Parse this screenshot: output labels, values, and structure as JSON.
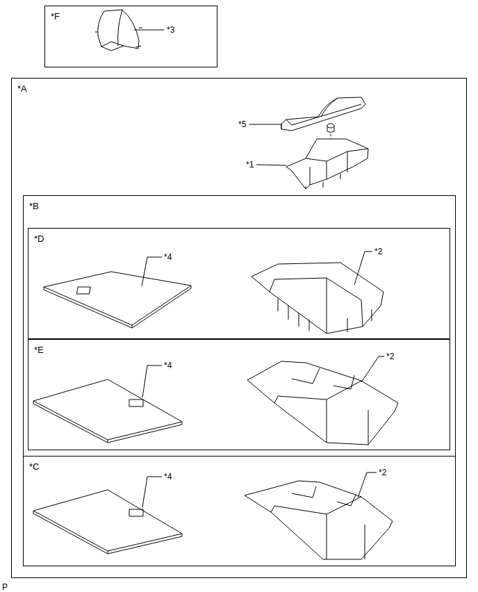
{
  "diagram": {
    "nodes": [
      {
        "text": [
          "*F"
        ]
      },
      {
        "text": [
          "*A"
        ]
      },
      {
        "text": [
          "*B"
        ],
        "in": 1
      },
      {
        "text": [
          "*D"
        ],
        "in": 2
      },
      {
        "text": [
          "*E"
        ],
        "in": 2
      },
      {
        "text": [
          "*C"
        ],
        "in": 2
      }
    ],
    "labels": [
      "*3",
      "*5",
      "*1",
      "*4",
      "*2",
      "*4",
      "*2",
      "*4",
      "*2",
      "P"
    ]
  }
}
